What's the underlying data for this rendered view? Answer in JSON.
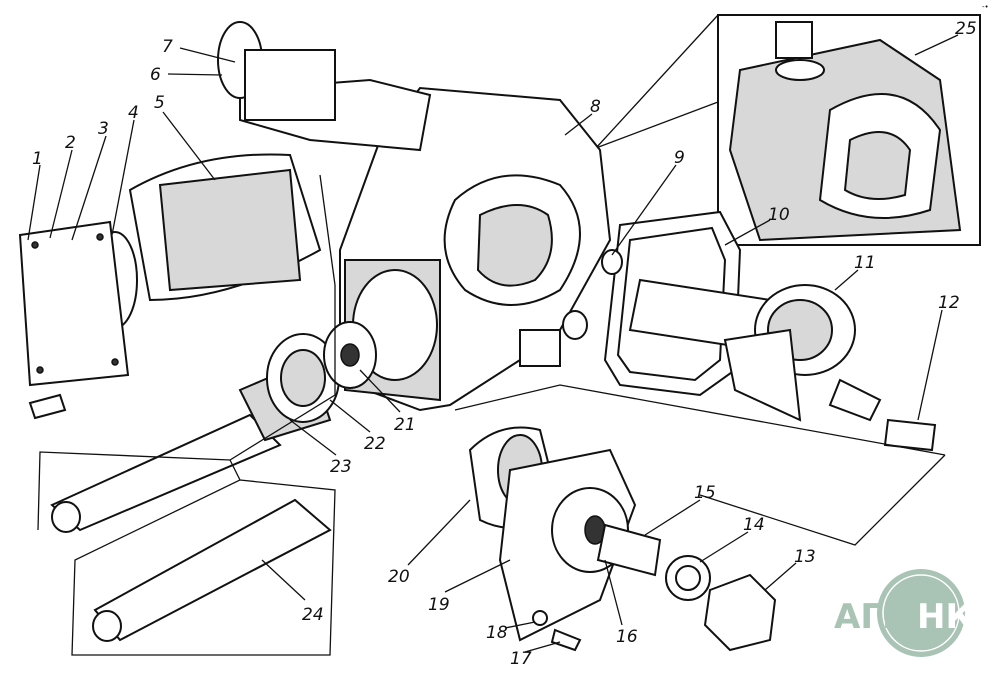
{
  "figure": {
    "labels": [
      "1",
      "2",
      "3",
      "4",
      "5",
      "6",
      "7",
      "8",
      "9",
      "10",
      "11",
      "12",
      "13",
      "14",
      "15",
      "16",
      "17",
      "18",
      "19",
      "20",
      "21",
      "22",
      "23",
      "24",
      "25"
    ],
    "corner_mark": "-•"
  },
  "watermark": {
    "text_left": "АГРО",
    "text_right": "НКА",
    "color": "#a9c3b5"
  }
}
